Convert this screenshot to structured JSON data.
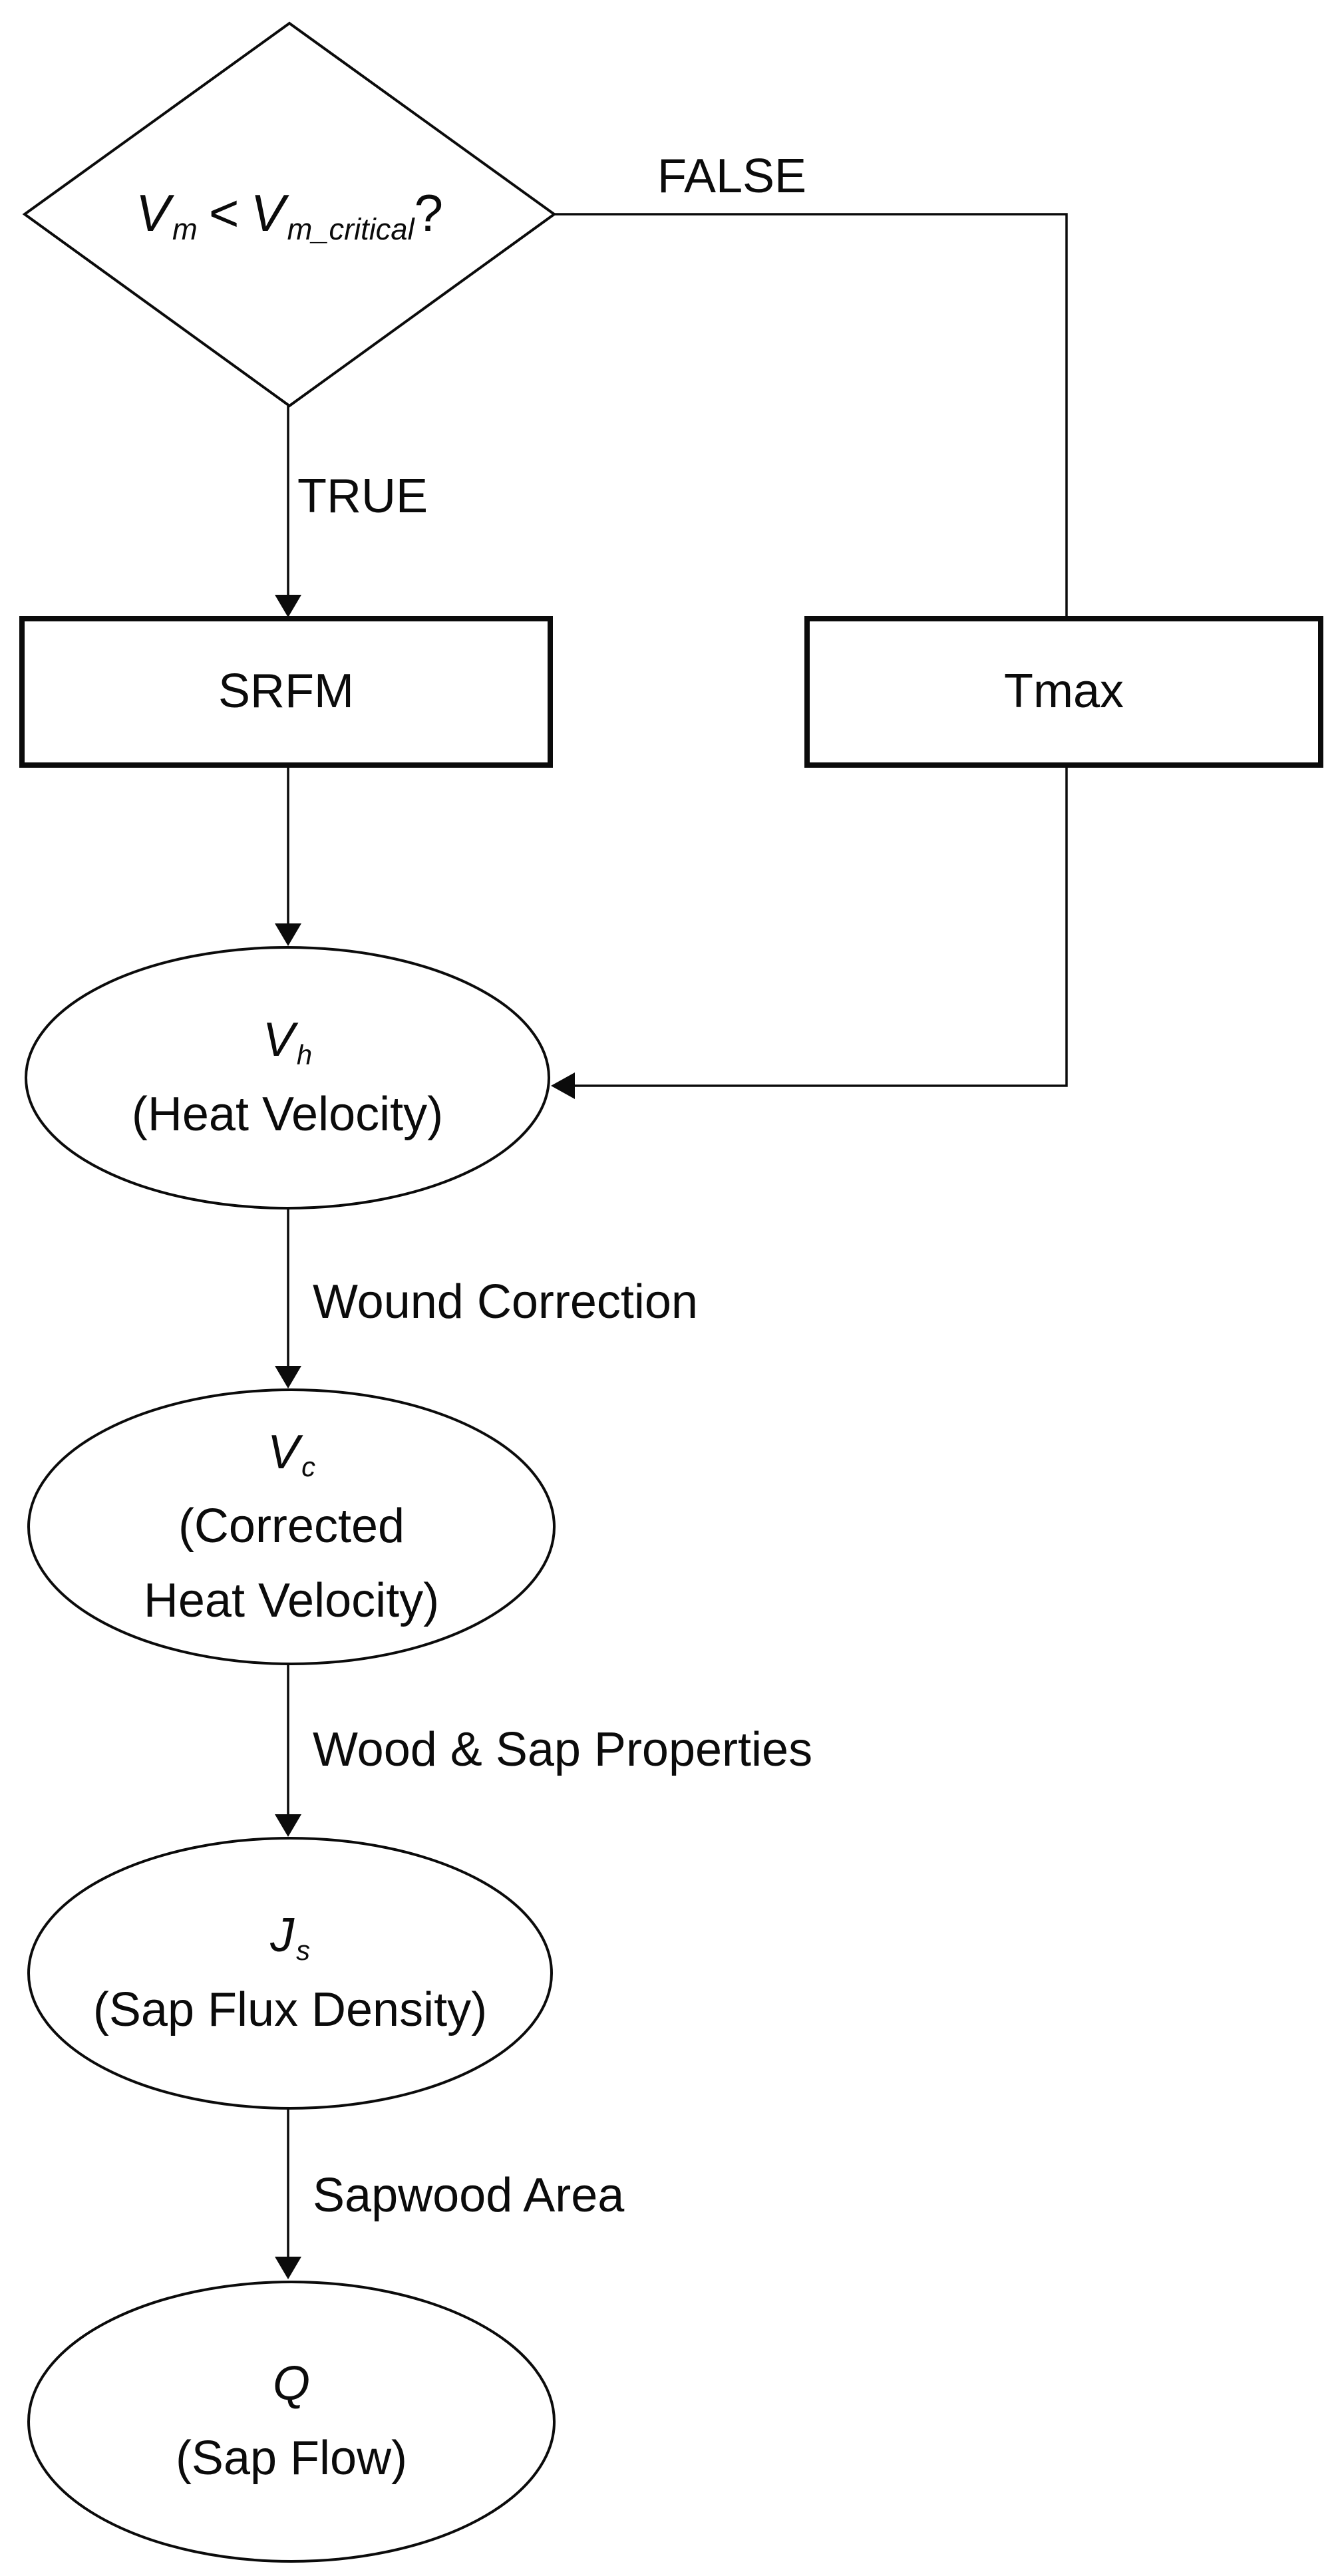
{
  "colors": {
    "ink": "#0b0b0b",
    "background": "#ffffff"
  },
  "decision": {
    "var1_base": "V",
    "var1_sub": "m",
    "operator": "<",
    "var2_base": "V",
    "var2_sub": "m_critical",
    "suffix": "?"
  },
  "branch_labels": {
    "false": "FALSE",
    "true": "TRUE"
  },
  "method_boxes": {
    "srfm": "SRFM",
    "tmax": "Tmax"
  },
  "nodes": {
    "heat_velocity": {
      "symbol": "V",
      "subscript": "h",
      "caption_line1": "(Heat Velocity)",
      "caption_line2": ""
    },
    "corrected_heat_velocity": {
      "symbol": "V",
      "subscript": "c",
      "caption_line1": "(Corrected",
      "caption_line2": "Heat Velocity)"
    },
    "sap_flux_density": {
      "symbol": "J",
      "subscript": "s",
      "caption_line1": "(Sap Flux Density)",
      "caption_line2": ""
    },
    "sap_flow": {
      "symbol": "Q",
      "subscript": "",
      "caption_line1": "(Sap Flow)",
      "caption_line2": ""
    }
  },
  "edge_labels": {
    "wound_correction": "Wound Correction",
    "wood_sap_properties": "Wood & Sap Properties",
    "sapwood_area": "Sapwood Area"
  }
}
